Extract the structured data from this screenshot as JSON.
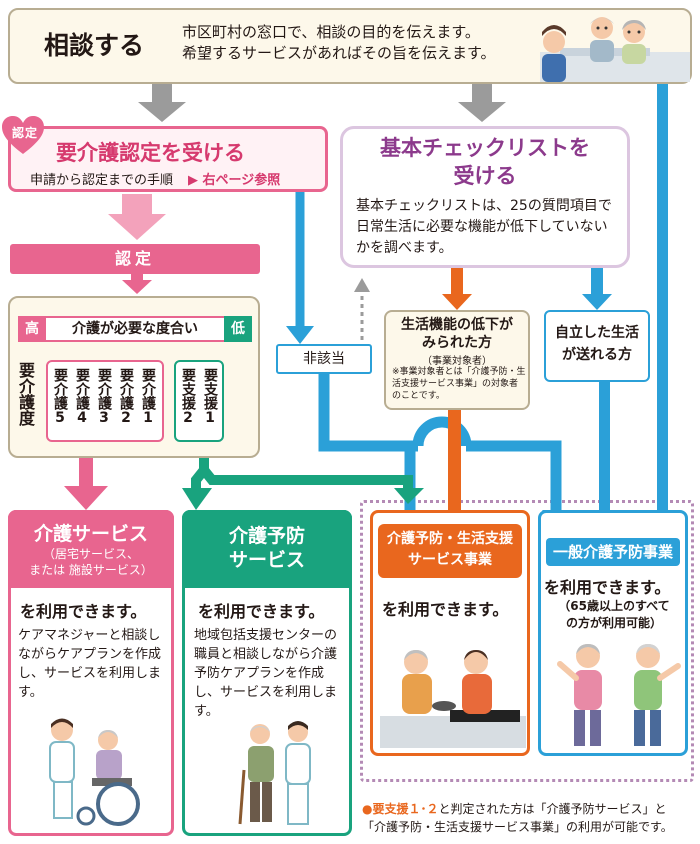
{
  "consult": {
    "title": "相談する",
    "desc_line1": "市区町村の窓口で、相談の目的を伝えます。",
    "desc_line2": "希望するサービスがあればその旨を伝えます。"
  },
  "nintei": {
    "badge": "認定",
    "title": "要介護認定を受ける",
    "sub": "申請から認定までの手順",
    "ref": "▶ 右ページ参照",
    "band": "認定"
  },
  "checklist": {
    "title_line1": "基本チェックリストを",
    "title_line2": "受ける",
    "desc": "基本チェックリストは、25の質問項目で日常生活に必要な機能が低下していないかを調べます。"
  },
  "degree": {
    "high": "高",
    "label": "介護が必要な度合い",
    "low": "低",
    "level_caption": "要介護度",
    "care_levels": [
      "要介護5",
      "要介護4",
      "要介護3",
      "要介護2",
      "要介護1"
    ],
    "support_levels": [
      "要支援2",
      "要支援1"
    ]
  },
  "outcomes": {
    "higaitou": "非該当",
    "seikatsu_title_line1": "生活機能の低下が",
    "seikatsu_title_line2": "みられた方",
    "seikatsu_sub": "（事業対象者）",
    "seikatsu_note": "※事業対象者とは「介護予防・生活支援サービス事業」の対象者のことです。",
    "jiritsu_line1": "自立した生活",
    "jiritsu_line2": "が送れる方"
  },
  "services": {
    "kaigo": {
      "title": "介護サービス",
      "sub_line1": "（居宅サービス、",
      "sub_line2": "または 施設サービス）",
      "avail": "を利用できます。",
      "desc": "ケアマネジャーと相談しながらケアプランを作成し、サービスを利用します。"
    },
    "yobou": {
      "title_line1": "介護予防",
      "title_line2": "サービス",
      "avail": "を利用できます。",
      "desc": "地域包括支援センターの職員と相談しながら介護予防ケアプランを作成し、サービスを利用します。"
    },
    "seikatsu": {
      "title_line1": "介護予防・生活支援",
      "title_line2": "サービス事業",
      "avail": "を利用できます。"
    },
    "ippan": {
      "title": "一般介護予防事業",
      "avail": "を利用できます。",
      "note_line1": "（65歳以上のすべて",
      "note_line2": "の方が利用可能）"
    }
  },
  "footnote": {
    "dot": "●",
    "em": "要支援１･２",
    "text1": "と判定された方は「介護予防サービス」と",
    "text2": "「介護予防・生活支援サービス事業」の利用が可能です。"
  },
  "colors": {
    "pink": "#e8658f",
    "green": "#19a37e",
    "orange": "#e9671e",
    "blue": "#2ba0d8",
    "gray": "#9b9b9b",
    "purple": "#8c3a8c"
  }
}
